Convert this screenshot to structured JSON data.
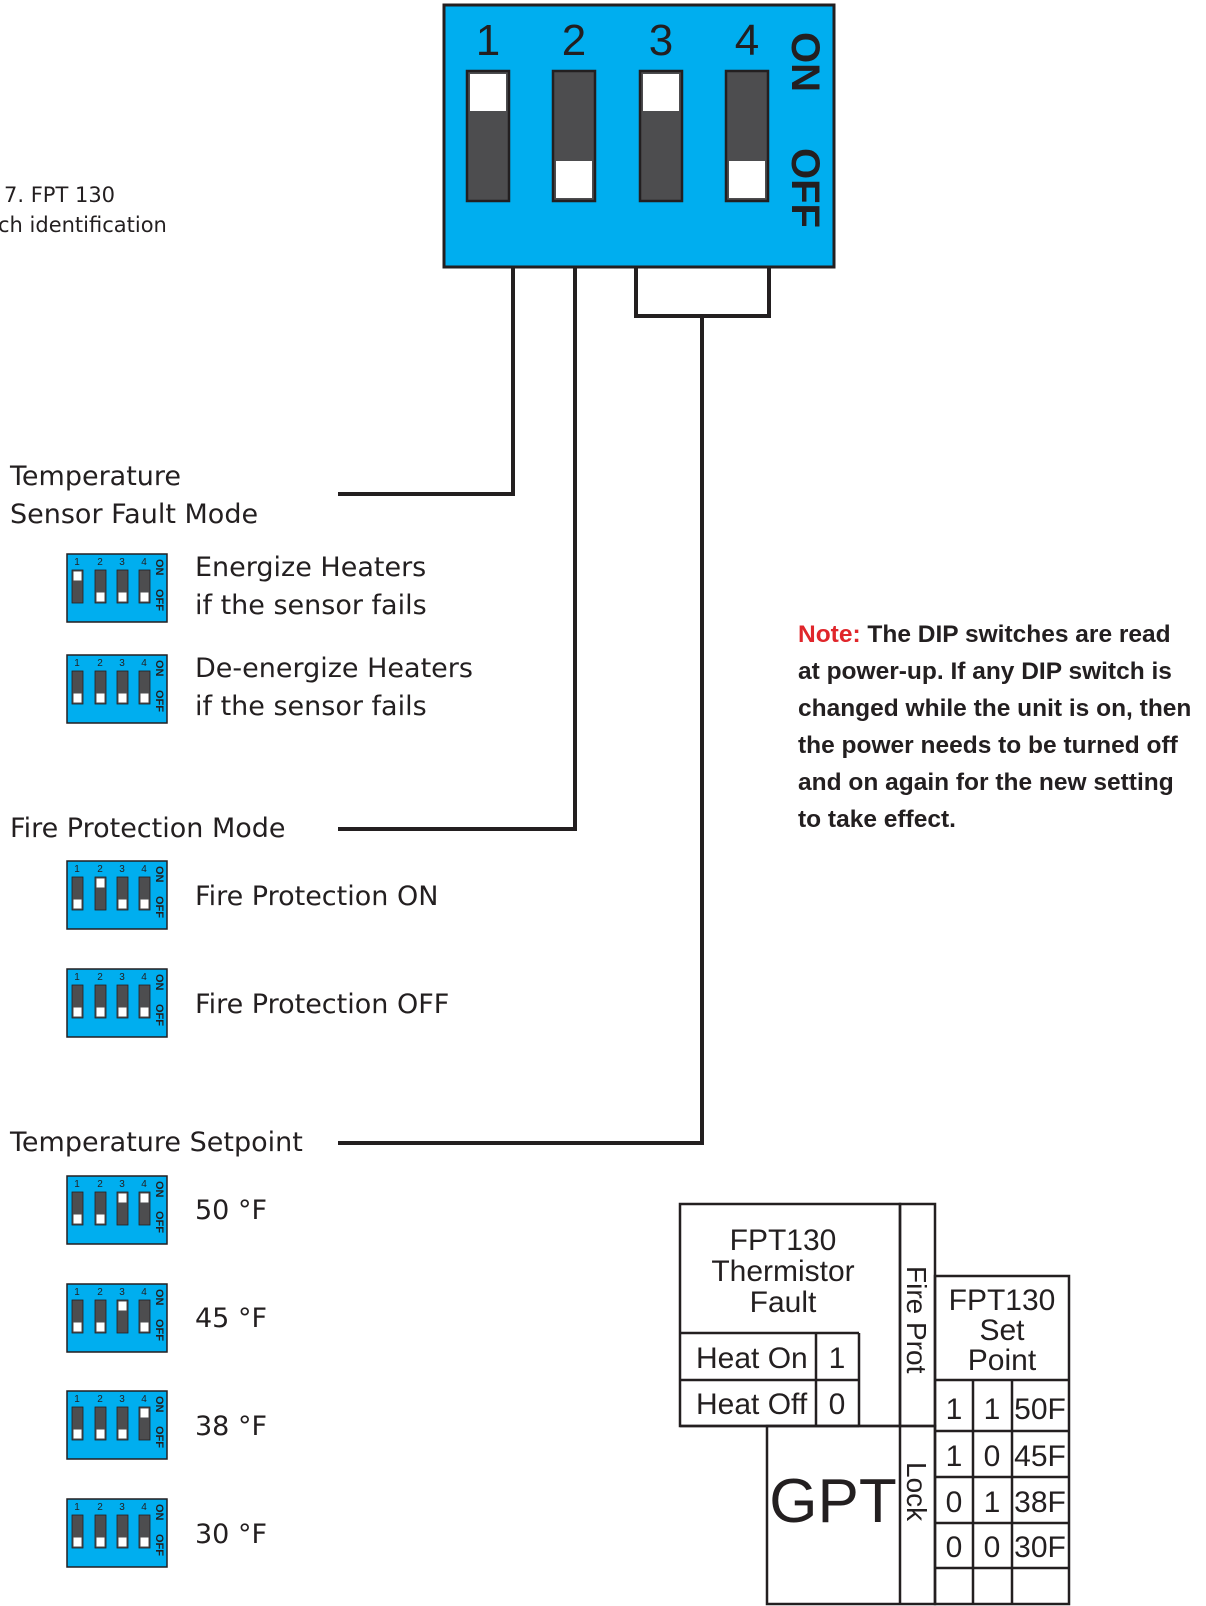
{
  "figure_caption": {
    "line1": "7. FPT 130",
    "line2": "ch identification"
  },
  "switch_numbers": [
    "1",
    "2",
    "3",
    "4"
  ],
  "on_label": "ON",
  "off_label": "OFF",
  "main_switch": {
    "positions": [
      "ON",
      "OFF",
      "ON",
      "OFF"
    ]
  },
  "sections": [
    {
      "title": [
        "Temperature",
        "Sensor Fault Mode"
      ],
      "options": [
        {
          "label": [
            "Energize Heaters",
            "if the sensor fails"
          ],
          "positions": [
            "ON",
            "OFF",
            "OFF",
            "OFF"
          ]
        },
        {
          "label": [
            "De-energize Heaters",
            "if the sensor fails"
          ],
          "positions": [
            "OFF",
            "OFF",
            "OFF",
            "OFF"
          ]
        }
      ]
    },
    {
      "title": [
        "Fire Protection Mode"
      ],
      "options": [
        {
          "label": [
            "Fire Protection ON"
          ],
          "positions": [
            "OFF",
            "ON",
            "OFF",
            "OFF"
          ]
        },
        {
          "label": [
            "Fire Protection OFF"
          ],
          "positions": [
            "OFF",
            "OFF",
            "OFF",
            "OFF"
          ]
        }
      ]
    },
    {
      "title": [
        "Temperature Setpoint"
      ],
      "options": [
        {
          "label": [
            "50 °F"
          ],
          "positions": [
            "OFF",
            "OFF",
            "ON",
            "ON"
          ]
        },
        {
          "label": [
            "45 °F"
          ],
          "positions": [
            "OFF",
            "OFF",
            "ON",
            "OFF"
          ]
        },
        {
          "label": [
            "38 °F"
          ],
          "positions": [
            "OFF",
            "OFF",
            "OFF",
            "ON"
          ]
        },
        {
          "label": [
            "30 °F"
          ],
          "positions": [
            "OFF",
            "OFF",
            "OFF",
            "OFF"
          ]
        }
      ]
    }
  ],
  "note": {
    "prefix": "Note:",
    "text": " The DIP switches are read at power-up. If any DIP switch is changed while the unit is on, then the power needs to be turned off and on again for the new setting to take effect."
  },
  "label_chart": {
    "thermistor_title": [
      "FPT130",
      "Thermistor",
      "Fault"
    ],
    "thermistor_rows": [
      {
        "label": "Heat On",
        "value": "1"
      },
      {
        "label": "Heat Off",
        "value": "0"
      }
    ],
    "fire_prot_label": "Fire Prot",
    "lock_label": "Lock",
    "brand": "GPT",
    "setpoint_title": [
      "FPT130",
      "Set",
      "Point"
    ],
    "setpoint_rows": [
      {
        "a": "1",
        "b": "1",
        "temp": "50F"
      },
      {
        "a": "1",
        "b": "0",
        "temp": "45F"
      },
      {
        "a": "0",
        "b": "1",
        "temp": "38F"
      },
      {
        "a": "0",
        "b": "0",
        "temp": "30F"
      }
    ]
  },
  "colors": {
    "switch_body": "#00aeef",
    "slider_dark": "#4d4d4f",
    "note_red": "#e0262b",
    "line": "#231f20"
  }
}
